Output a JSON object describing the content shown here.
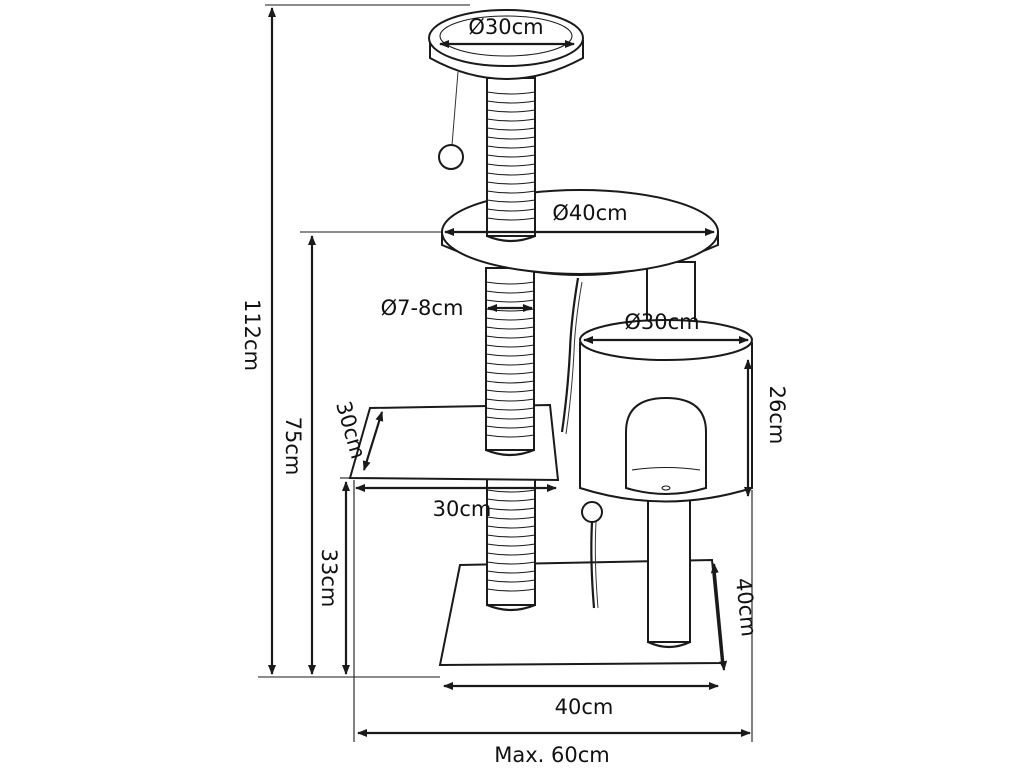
{
  "dimensions": {
    "top_platform_diameter": "Ø30cm",
    "middle_platform_diameter": "Ø40cm",
    "post_diameter": "Ø7-8cm",
    "condo_diameter": "Ø30cm",
    "total_height": "112cm",
    "platform_height": "75cm",
    "step_height": "33cm",
    "step_depth": "30cm",
    "step_width": "30cm",
    "condo_height": "26cm",
    "base_depth": "40cm",
    "base_width": "40cm",
    "max_width": "Max. 60cm"
  },
  "colors": {
    "line": "#1a1a1a",
    "fill": "#ffffff"
  }
}
